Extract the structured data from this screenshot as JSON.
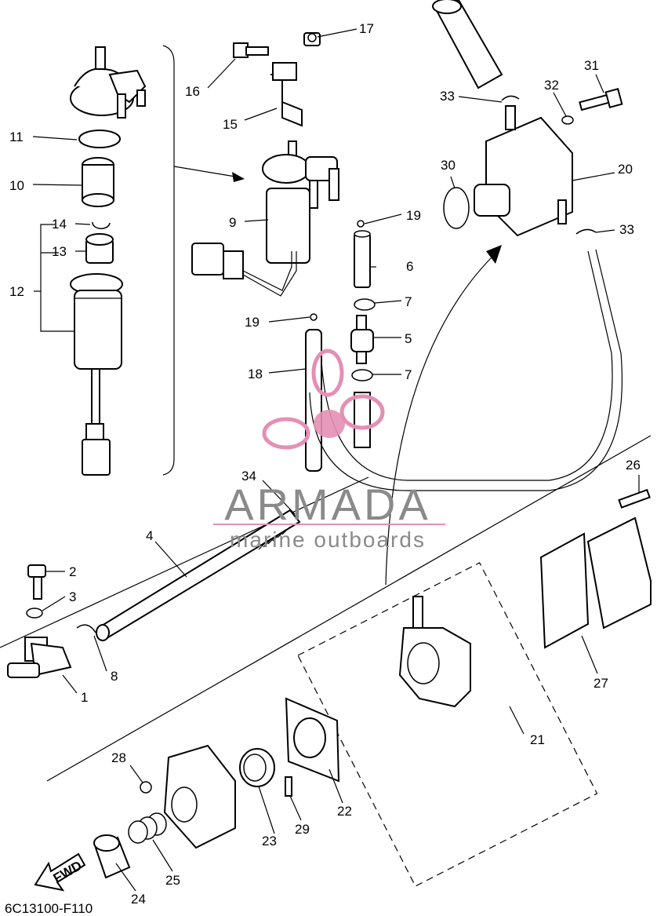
{
  "diagram_code": "6C13100-F110",
  "direction_label": "FWD",
  "watermark": {
    "brand": "ARMADA",
    "tagline": "marine outboards",
    "color": "#e58fb5"
  },
  "part_numbers": [
    "1",
    "2",
    "3",
    "4",
    "5",
    "6",
    "7",
    "7",
    "8",
    "9",
    "10",
    "11",
    "12",
    "13",
    "14",
    "15",
    "16",
    "17",
    "18",
    "19",
    "19",
    "20",
    "21",
    "22",
    "23",
    "24",
    "25",
    "26",
    "27",
    "28",
    "29",
    "30",
    "31",
    "32",
    "33",
    "33",
    "34"
  ]
}
